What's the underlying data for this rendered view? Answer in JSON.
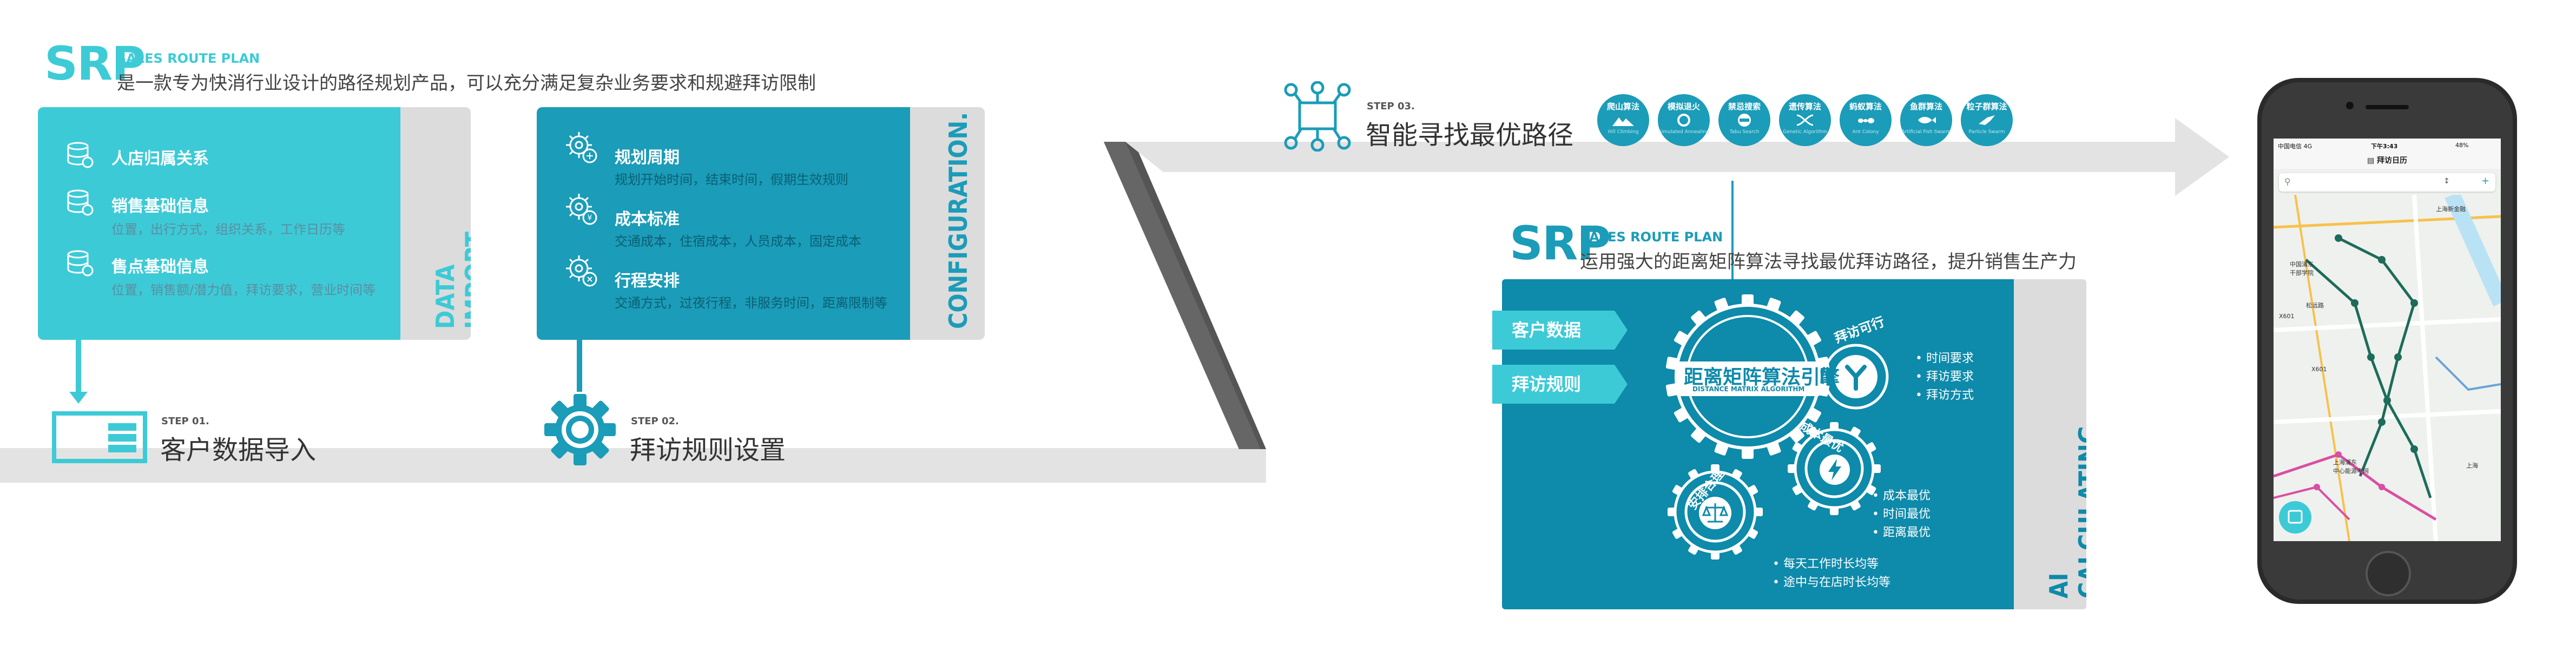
{
  "header": {
    "logo": "SRP",
    "tagline": "SALES ROUTE PLAN",
    "intro": "是一款专为快消行业设计的路径规划产品，可以充分满足复杂业务要求和规避拜访限制"
  },
  "panel1": {
    "vertical_label": "DATA IMPORT.",
    "items": [
      {
        "title": "人店归属关系",
        "desc": ""
      },
      {
        "title": "销售基础信息",
        "desc": "位置，出行方式，组织关系，工作日历等"
      },
      {
        "title": "售点基础信息",
        "desc": "位置，销售额/潜力值，拜访要求，营业时间等"
      }
    ]
  },
  "panel2": {
    "vertical_label": "CONFIGURATION.",
    "items": [
      {
        "title": "规划周期",
        "desc": "规划开始时间，结束时间，假期生效规则"
      },
      {
        "title": "成本标准",
        "desc": "交通成本，住宿成本，人员成本，固定成本"
      },
      {
        "title": "行程安排",
        "desc": "交通方式，过夜行程，非服务时间，距离限制等"
      }
    ]
  },
  "steps": [
    {
      "num": "STEP 01.",
      "label": "客户数据导入"
    },
    {
      "num": "STEP 02.",
      "label": "拜访规则设置"
    },
    {
      "num": "STEP 03.",
      "label": "智能寻找最优路径"
    }
  ],
  "algorithms": [
    {
      "name": "爬山算法",
      "sub": "Hill Climbing",
      "icon": "mountain-icon"
    },
    {
      "name": "模拟退火",
      "sub": "Simulated Annealing",
      "icon": "refresh-icon"
    },
    {
      "name": "禁忌搜索",
      "sub": "Tabu Search",
      "icon": "no-entry-icon"
    },
    {
      "name": "遗传算法",
      "sub": "Genetic Algorithm",
      "icon": "dna-icon"
    },
    {
      "name": "蚂蚁算法",
      "sub": "Ant Colony",
      "icon": "ant-icon"
    },
    {
      "name": "鱼群算法",
      "sub": "Artificial Fish Swarm",
      "icon": "fish-icon"
    },
    {
      "name": "粒子群算法",
      "sub": "Particle Swarm",
      "icon": "bird-icon"
    }
  ],
  "srp2": {
    "logo": "SRP",
    "tagline": "SALES ROUTE PLAN",
    "intro": "运用强大的距离矩阵算法寻找最优拜访路径，提升销售生产力"
  },
  "ai_panel": {
    "vertical_label": "AI CALCULATING.",
    "tags": [
      "客户数据",
      "拜访规则"
    ],
    "engine_title": "距离矩阵算法引擎",
    "engine_sub": "DISTANCE MATRIX ALGORITHM",
    "gear_visit": "拜访可行",
    "gear_cost": "成本最优",
    "gear_balance": "安排合理",
    "visit_bullets": [
      "时间要求",
      "拜访要求",
      "拜访方式"
    ],
    "cost_bullets": [
      "成本最优",
      "时间最优",
      "距离最优"
    ],
    "balance_bullets": [
      "每天工作时长均等",
      "途中与在店时长均等"
    ]
  },
  "phone": {
    "carrier": "中国电信 4G",
    "time": "下午3:43",
    "battery": "48%",
    "title": "拜访日历",
    "map_labels": [
      "上海新金融",
      "中国浦东",
      "干部学院",
      "松远路",
      "X601",
      "X601",
      "上海浦东",
      "中心能源电网",
      "上海"
    ]
  },
  "colors": {
    "cyan": "#3dcad7",
    "teal": "#1b9cb8",
    "blue": "#0e8aaa",
    "grey": "#dcdcdc"
  }
}
